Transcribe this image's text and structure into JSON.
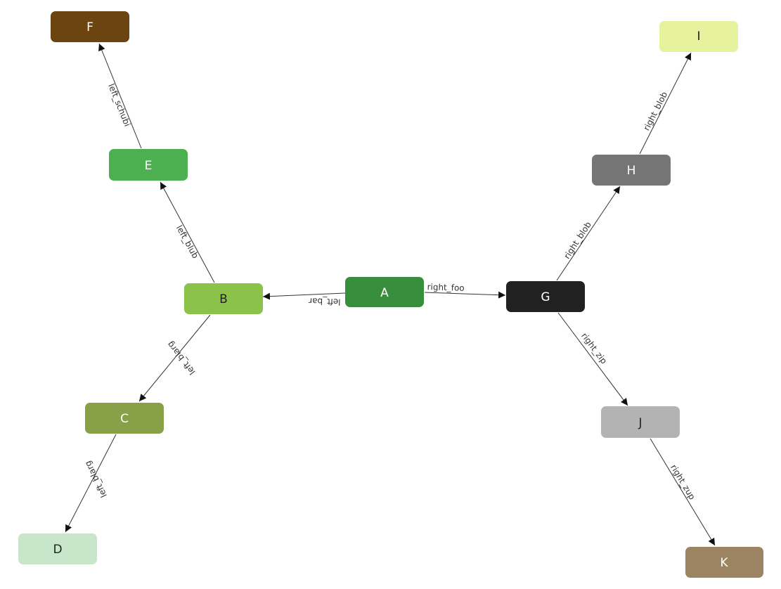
{
  "nodes": {
    "A": {
      "label": "A",
      "fill": "#388e3c",
      "text_color": "#ffffff"
    },
    "B": {
      "label": "B",
      "fill": "#8bc34a",
      "text_color": "#222222"
    },
    "C": {
      "label": "C",
      "fill": "#88a047",
      "text_color": "#ffffff"
    },
    "D": {
      "label": "D",
      "fill": "#c8e6c9",
      "text_color": "#222222"
    },
    "E": {
      "label": "E",
      "fill": "#4caf50",
      "text_color": "#ffffff"
    },
    "F": {
      "label": "F",
      "fill": "#6b4410",
      "text_color": "#ffffff"
    },
    "G": {
      "label": "G",
      "fill": "#212121",
      "text_color": "#ffffff"
    },
    "H": {
      "label": "H",
      "fill": "#757575",
      "text_color": "#ffffff"
    },
    "I": {
      "label": "I",
      "fill": "#e6f29e",
      "text_color": "#222222"
    },
    "J": {
      "label": "J",
      "fill": "#b3b3b3",
      "text_color": "#222222"
    },
    "K": {
      "label": "K",
      "fill": "#9c8462",
      "text_color": "#ffffff"
    }
  },
  "edges": {
    "a_b": {
      "label": "left_bar"
    },
    "a_g": {
      "label": "right_foo"
    },
    "b_c": {
      "label": "left_blarg"
    },
    "c_d": {
      "label": "left_blarg"
    },
    "b_e": {
      "label": "left_blub"
    },
    "e_f": {
      "label": "left_schubi"
    },
    "g_h": {
      "label": "right_blob"
    },
    "h_i": {
      "label": "right_blob"
    },
    "g_j": {
      "label": "right_zip"
    },
    "j_k": {
      "label": "right_zup"
    }
  },
  "colors": {
    "edge": "#333333",
    "label": "#333333"
  }
}
